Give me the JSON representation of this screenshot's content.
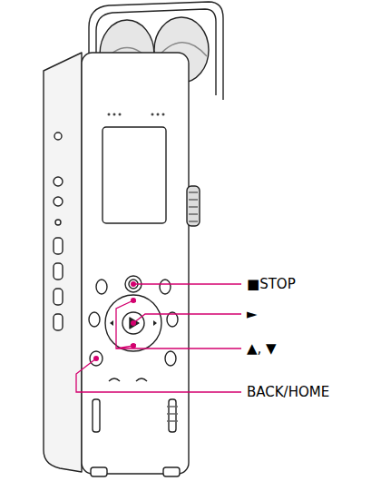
{
  "diagram": {
    "labels": [
      "■STOP",
      "►",
      "▲, ▼",
      "BACK/HOME"
    ]
  }
}
